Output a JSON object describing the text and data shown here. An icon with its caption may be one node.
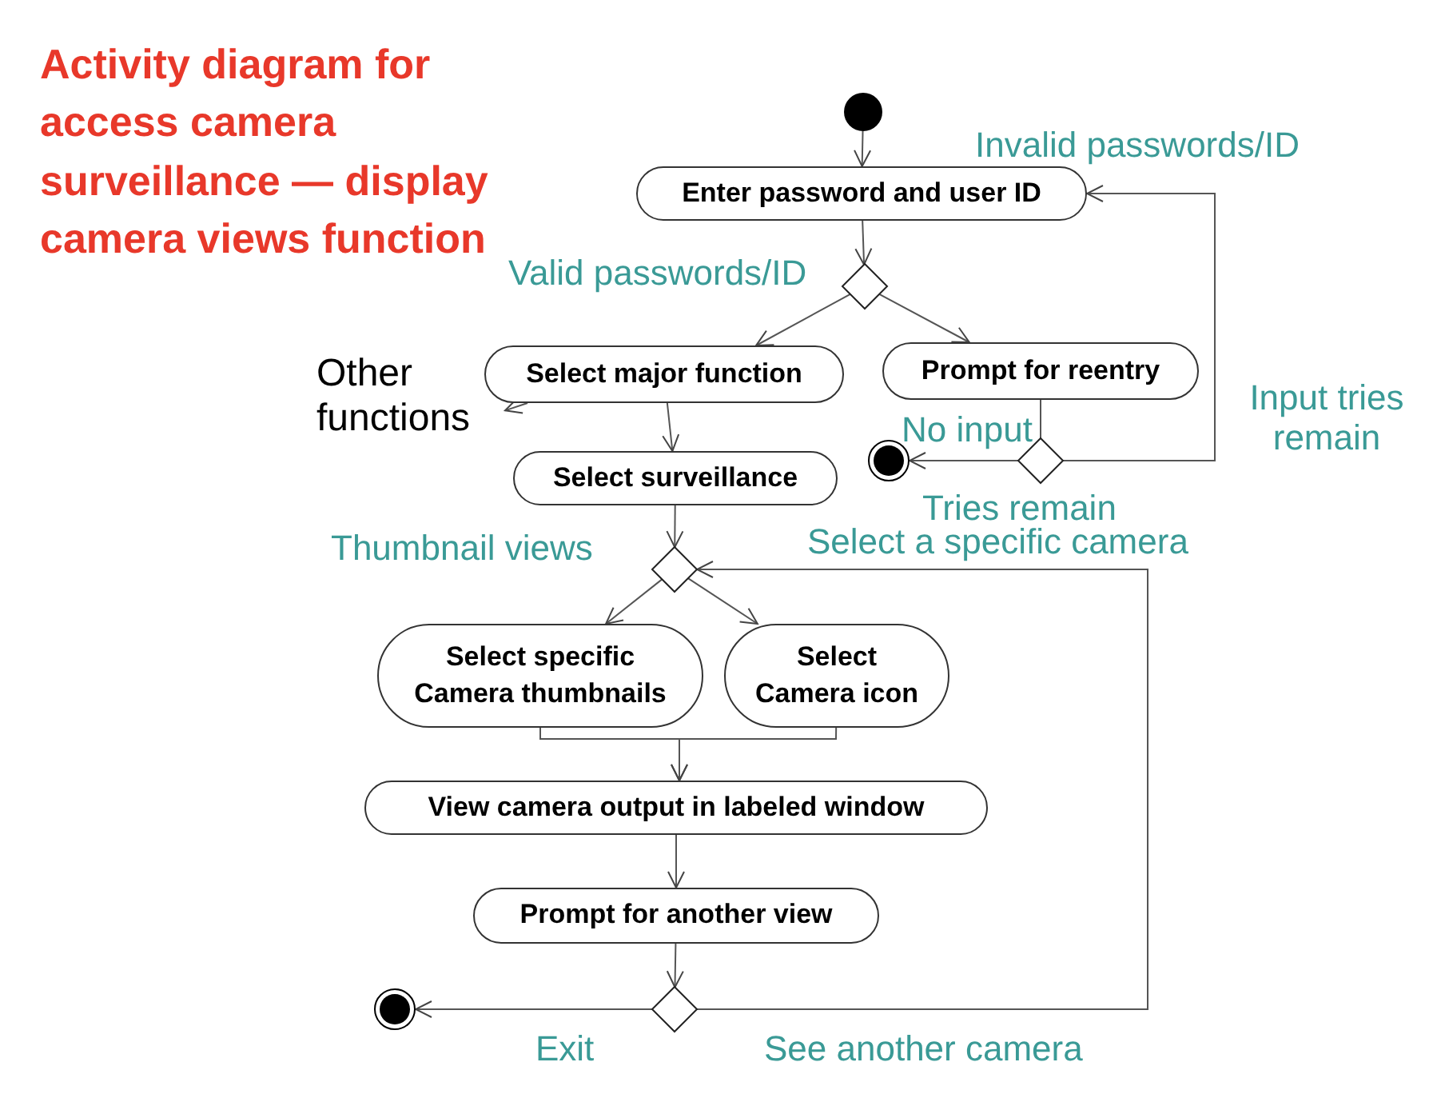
{
  "diagram": {
    "title": "Activity diagram for access camera surveillance — display camera views function",
    "nodes": [
      {
        "text": [],
        "shape": "circle"
      },
      {
        "text": [
          "Enter password and user ID"
        ]
      },
      {
        "text": [],
        "shape": "diamond"
      },
      {
        "text": [
          "Select major function"
        ]
      },
      {
        "text": [
          "Prompt for reentry"
        ]
      },
      {
        "text": [
          "Other functions"
        ]
      },
      {
        "text": [
          "Select surveillance"
        ]
      },
      {
        "text": [],
        "shape": "diamond"
      },
      {
        "text": [],
        "shape": "bullseye"
      },
      {
        "text": [],
        "shape": "diamond"
      },
      {
        "text": [
          "Select specific Camera thumbnails"
        ]
      },
      {
        "text": [
          "Select Camera icon"
        ]
      },
      {
        "text": [
          "View camera output in labeled window"
        ]
      },
      {
        "text": [
          "Prompt for another view"
        ]
      },
      {
        "text": [],
        "shape": "diamond"
      },
      {
        "text": [],
        "shape": "bullseye"
      }
    ],
    "edges": [
      {
        "from": 0,
        "to": 1,
        "arrow": "to"
      },
      {
        "from": 1,
        "to": 2,
        "arrow": "to"
      },
      {
        "from": 2,
        "to": 3,
        "arrow": "to"
      },
      {
        "from": 2,
        "to": 4,
        "arrow": "to"
      },
      {
        "from": 3,
        "to": 5,
        "arrow": "to"
      },
      {
        "from": 3,
        "to": 6,
        "arrow": "to"
      },
      {
        "from": 4,
        "to": 7,
        "arrow": "none"
      },
      {
        "from": 7,
        "to": 8,
        "arrow": "to"
      },
      {
        "from": 7,
        "to": 1,
        "arrow": "to"
      },
      {
        "from": 6,
        "to": 9,
        "arrow": "to"
      },
      {
        "from": 9,
        "to": 10,
        "arrow": "to"
      },
      {
        "from": 9,
        "to": 11,
        "arrow": "to"
      },
      {
        "from": 10,
        "to": 12,
        "arrow": "to"
      },
      {
        "from": 11,
        "to": 12,
        "arrow": "to"
      },
      {
        "from": 12,
        "to": 13,
        "arrow": "to"
      },
      {
        "from": 13,
        "to": 14,
        "arrow": "to"
      },
      {
        "from": 14,
        "to": 15,
        "arrow": "to"
      },
      {
        "from": 14,
        "to": 9,
        "arrow": "to"
      }
    ],
    "labels": [
      "Valid passwords/ID",
      "Invalid passwords/ID",
      "No input",
      "Tries remain",
      "Input tries remain",
      "Thumbnail views",
      "Select a specific camera",
      "Exit",
      "See another camera"
    ]
  }
}
